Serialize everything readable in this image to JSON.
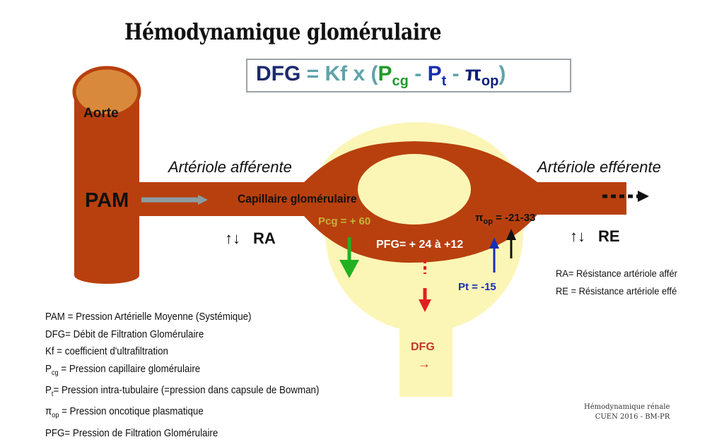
{
  "title": "Hémodynamique glomérulaire",
  "formula": {
    "lhs": "DFG",
    "eq": " = Kf x (",
    "pcg_main": "P",
    "pcg_sub": "cg",
    "minus1": " - ",
    "pt_main": "P",
    "pt_sub": "t",
    "minus2": " - ",
    "pop_main": "π",
    "pop_sub": "op",
    "close": ")"
  },
  "labels": {
    "aorte": "Aorte",
    "pam": "PAM",
    "arteriole_afferente": "Artériole afférente",
    "arteriole_efferente": "Artériole efférente",
    "capillaire": "Capillaire glomérulaire",
    "ra_arrows": "↑↓",
    "ra": "RA",
    "re_arrows": "↑↓",
    "re": "RE",
    "pcg": "Pcg = + 60",
    "pop_main": "π",
    "pop_sub": "op",
    "pop_value": " = -21-33",
    "pfg": "PFG= + 24 à +12",
    "pt": "Pt = -15",
    "dfg": "DFG",
    "dfg_arrow": "→"
  },
  "resistances": [
    "RA= Résistance artériole affér",
    "RE = Résistance artériole effé"
  ],
  "legend": {
    "pam": "PAM = Pression Artérielle Moyenne (Systémique)",
    "dfg": "DFG= Débit de Filtration Glomérulaire",
    "kf": "Kf = coefficient d'ultrafiltration",
    "pcg_main": "P",
    "pcg_sub": "cg",
    "pcg_text": " = Pression capillaire glomérulaire",
    "pt_main": "P",
    "pt_sub": "t",
    "pt_text": "= Pression intra-tubulaire (=pression dans capsule de Bowman)",
    "pop_main": "π",
    "pop_sub": "op",
    "pop_text": " = Pression oncotique plasmatique",
    "pfg": "PFG= Pression de Filtration Glomérulaire"
  },
  "credit": {
    "line1": "Hémodynamique rénale",
    "line2": "CUEN 2016 - BM-PR"
  },
  "colors": {
    "vessel": "#b8400e",
    "aorta_top": "#d9893c",
    "capsule": "#fbf6b6",
    "pcg_arrow": "#22b022",
    "pt_arrow": "#1a2fb0",
    "pop_arrow": "#111111",
    "dfg_arrow": "#e02020"
  }
}
